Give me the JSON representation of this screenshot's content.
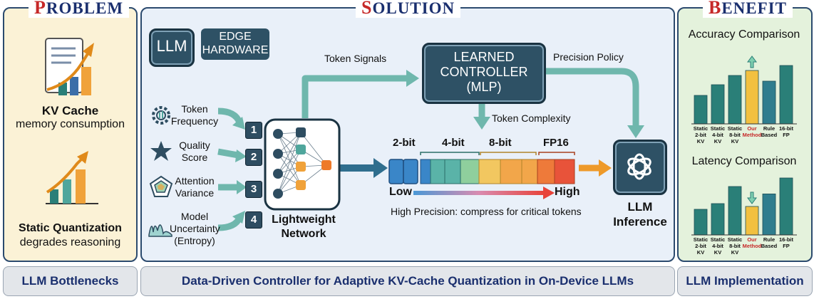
{
  "problem": {
    "title_first": "P",
    "title_rest": "ROBLEM",
    "kv_cache_title": "KV Cache",
    "kv_cache_sub": "memory consumption",
    "static_quant_title": "Static Quantization",
    "static_quant_sub": "degrades reasoning",
    "footer": "LLM Bottlenecks"
  },
  "solution": {
    "title_first": "S",
    "title_rest": "OLUTION",
    "llm_badge": "LLM",
    "edge_line1": "EDGE",
    "edge_line2": "HARDWARE",
    "inputs": [
      {
        "num": "1",
        "line1": "Token",
        "line2": "Frequency",
        "line3": "",
        "icon": "gear-icon"
      },
      {
        "num": "2",
        "line1": "Quality",
        "line2": "Score",
        "line3": "",
        "icon": "star-icon"
      },
      {
        "num": "3",
        "line1": "Attention",
        "line2": "Variance",
        "line3": "",
        "icon": "radar-icon"
      },
      {
        "num": "4",
        "line1": "Model",
        "line2": "Uncertainty",
        "line3": "(Entropy)",
        "icon": "distribution-icon"
      }
    ],
    "network_line1": "Lightweight",
    "network_line2": "Network",
    "token_signals": "Token Signals",
    "controller_line1": "LEARNED",
    "controller_line2": "CONTROLLER",
    "controller_line3": "(MLP)",
    "precision_policy": "Precision Policy",
    "token_complexity": "Token Complexity",
    "bit_labels": [
      "2-bit",
      "4-bit",
      "8-bit",
      "FP16"
    ],
    "low": "Low",
    "high": "High",
    "caption": "High Precision: compress for critical tokens",
    "inference_line1": "LLM",
    "inference_line2": "Inference",
    "footer": "Data-Driven Controller for Adaptive KV-Cache Quantization in On-Device LLMs"
  },
  "benefit": {
    "title_first": "B",
    "title_rest": "ENEFIT",
    "accuracy_title": "Accuracy Comparison",
    "latency_title": "Latency Comparison",
    "footer": "LLM Implementation"
  },
  "colors": {
    "panel_bg_side": "#fbf2d6",
    "panel_bg_center": "#e9f0f9",
    "teal": "#2d7d74",
    "arrow_teal": "#6fb7ad",
    "orange": "#ee9a2a"
  },
  "chart_data": [
    {
      "type": "bar",
      "title": "Accuracy Comparison",
      "categories": [
        "Static 2-bit KV",
        "Static 4-bit KV",
        "Static 8-bit KV",
        "Our Method",
        "Rule Based",
        "16-bit FP"
      ],
      "values": [
        40,
        55,
        68,
        75,
        60,
        82
      ],
      "highlight": "Our Method",
      "ylim": [
        0,
        100
      ]
    },
    {
      "type": "bar",
      "title": "Latency Comparison",
      "categories": [
        "Static 2-bit KV",
        "Static 4-bit KV",
        "Static 8-bit KV",
        "Our Method",
        "Rule Based",
        "16-bit FP"
      ],
      "values": [
        45,
        55,
        85,
        50,
        72,
        100
      ],
      "highlight": "Our Method",
      "ylim": [
        0,
        100
      ]
    }
  ]
}
